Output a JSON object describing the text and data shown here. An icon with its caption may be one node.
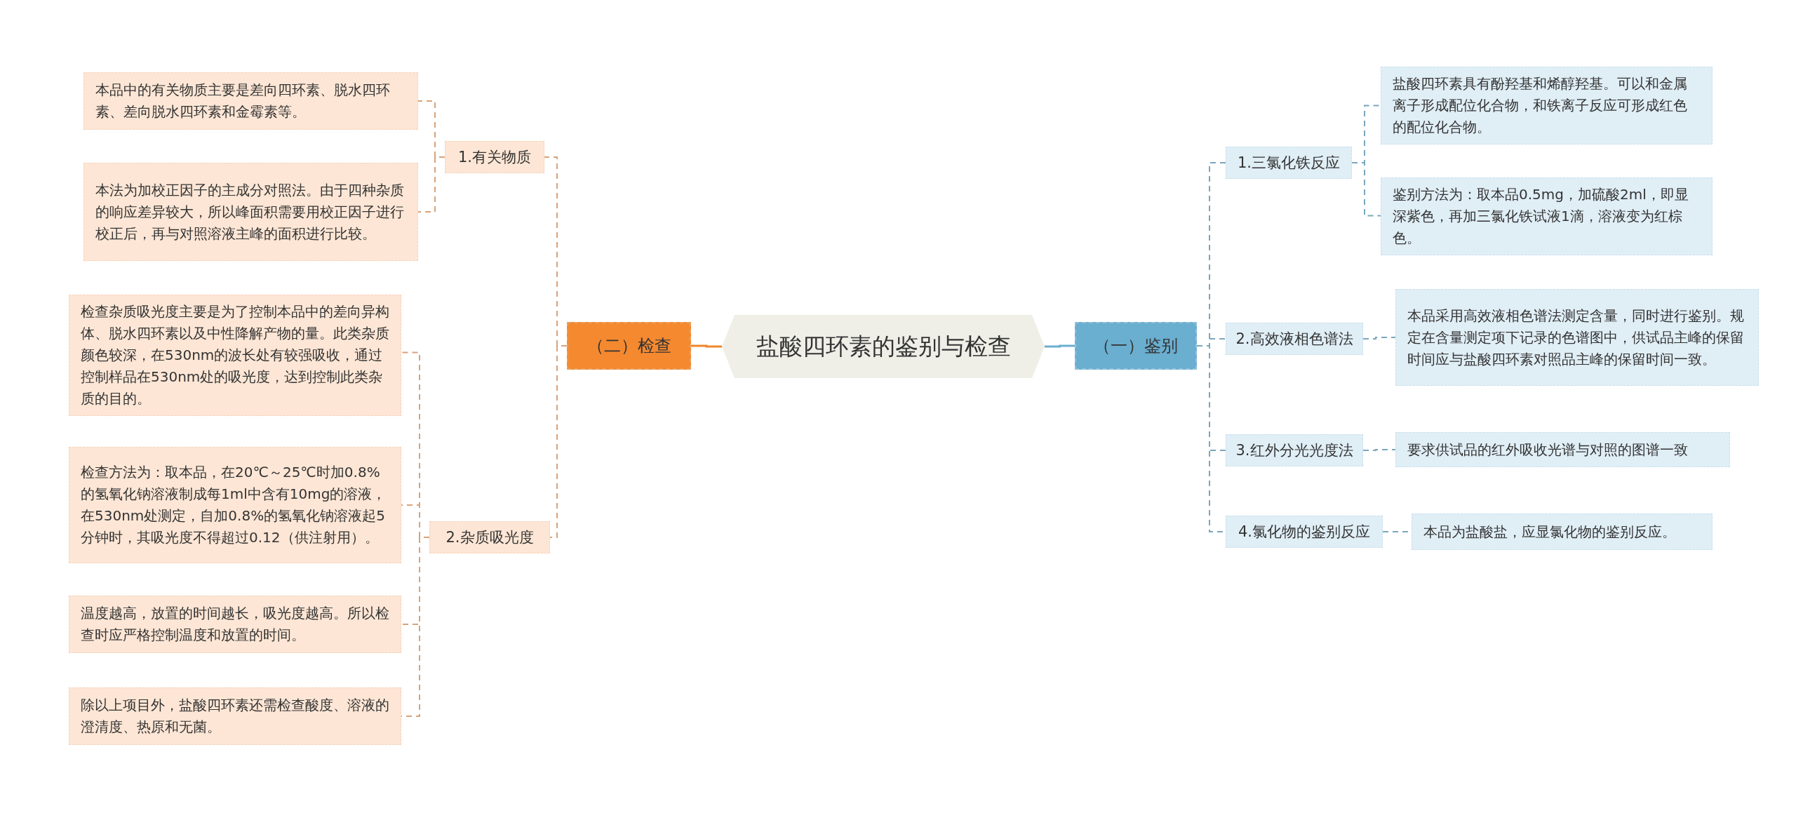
{
  "diagram": {
    "nodes": [
      {
        "text": [
          "盐酸四环素的鉴别与检查"
        ]
      },
      {
        "text": [
          "（二）检查"
        ]
      },
      {
        "text": [
          "1.有关物质"
        ]
      },
      {
        "text": [
          "本品中的有关物质主要是差向四环素、脱水四环素、差向脱水四环素和金霉素等。"
        ]
      },
      {
        "text": [
          "本法为加校正因子的主成分对照法。由于四种杂质的响应差异较大，所以峰面积需要用校正因子进行校正后，再与对照溶液主峰的面积进行比较。"
        ]
      },
      {
        "text": [
          "2.杂质吸光度"
        ]
      },
      {
        "text": [
          "检查杂质吸光度主要是为了控制本品中的差向异构体、脱水四环素以及中性降解产物的量。此类杂质颜色较深，在530nm的波长处有较强吸收，通过控制样品在530nm处的吸光度，达到控制此类杂质的目的。"
        ]
      },
      {
        "text": [
          "检查方法为：取本品，在20℃～25℃时加0.8%的氢氧化钠溶液制成每1ml中含有10mg的溶液，在530nm处测定，自加0.8%的氢氧化钠溶液起5分钟时，其吸光度不得超过0.12（供注射用）。"
        ]
      },
      {
        "text": [
          "温度越高，放置的时间越长，吸光度越高。所以检查时应严格控制温度和放置的时间。"
        ]
      },
      {
        "text": [
          "除以上项目外，盐酸四环素还需检查酸度、溶液的澄清度、热原和无菌。"
        ]
      },
      {
        "text": [
          "（一）鉴别"
        ]
      },
      {
        "text": [
          "1.三氯化铁反应"
        ]
      },
      {
        "text": [
          "盐酸四环素具有酚羟基和烯醇羟基。可以和金属离子形成配位化合物，和铁离子反应可形成红色的配位化合物。"
        ]
      },
      {
        "text": [
          "鉴别方法为：取本品0.5mg，加硫酸2ml，即显深紫色，再加三氯化铁试液1滴，溶液变为红棕色。"
        ]
      },
      {
        "text": [
          "2.高效液相色谱法"
        ]
      },
      {
        "text": [
          "本品采用高效液相色谱法测定含量，同时进行鉴别。规定在含量测定项下记录的色谱图中，供试品主峰的保留时间应与盐酸四环素对照品主峰的保留时间一致。"
        ]
      },
      {
        "text": [
          "3.红外分光光度法"
        ]
      },
      {
        "text": [
          "要求供试品的红外吸收光谱与对照的图谱一致"
        ]
      },
      {
        "text": [
          "4.氯化物的鉴别反应"
        ]
      },
      {
        "text": [
          "本品为盐酸盐，应显氯化物的鉴别反应。"
        ]
      }
    ],
    "edges": [
      {
        "from": 0,
        "to": 1,
        "arrow": "none",
        "color": "#f0872a"
      },
      {
        "from": 0,
        "to": 10,
        "arrow": "none",
        "color": "#6aaed0"
      },
      {
        "from": 1,
        "to": 2,
        "arrow": "none",
        "style": "dashed",
        "color": "#d9a27a"
      },
      {
        "from": 1,
        "to": 5,
        "arrow": "none",
        "style": "dashed",
        "color": "#d9a27a"
      },
      {
        "from": 2,
        "to": 3,
        "arrow": "none",
        "style": "dashed",
        "color": "#d9a27a"
      },
      {
        "from": 2,
        "to": 4,
        "arrow": "none",
        "style": "dashed",
        "color": "#d9a27a"
      },
      {
        "from": 5,
        "to": 6,
        "arrow": "none",
        "style": "dashed",
        "color": "#d9a27a"
      },
      {
        "from": 5,
        "to": 7,
        "arrow": "none",
        "style": "dashed",
        "color": "#d9a27a"
      },
      {
        "from": 5,
        "to": 8,
        "arrow": "none",
        "style": "dashed",
        "color": "#d9a27a"
      },
      {
        "from": 5,
        "to": 9,
        "arrow": "none",
        "style": "dashed",
        "color": "#d9a27a"
      },
      {
        "from": 10,
        "to": 11,
        "arrow": "none",
        "style": "dashed",
        "color": "#7aa6bd"
      },
      {
        "from": 10,
        "to": 14,
        "arrow": "none",
        "style": "dashed",
        "color": "#7aa6bd"
      },
      {
        "from": 10,
        "to": 16,
        "arrow": "none",
        "style": "dashed",
        "color": "#7aa6bd"
      },
      {
        "from": 10,
        "to": 18,
        "arrow": "none",
        "style": "dashed",
        "color": "#7aa6bd"
      },
      {
        "from": 11,
        "to": 12,
        "arrow": "none",
        "style": "dashed",
        "color": "#7aa6bd"
      },
      {
        "from": 11,
        "to": 13,
        "arrow": "none",
        "style": "dashed",
        "color": "#7aa6bd"
      },
      {
        "from": 14,
        "to": 15,
        "arrow": "none",
        "style": "dashed",
        "color": "#7aa6bd"
      },
      {
        "from": 16,
        "to": 17,
        "arrow": "none",
        "style": "dashed",
        "color": "#7aa6bd"
      },
      {
        "from": 18,
        "to": 19,
        "arrow": "none",
        "style": "dashed",
        "color": "#7aa6bd"
      }
    ]
  }
}
